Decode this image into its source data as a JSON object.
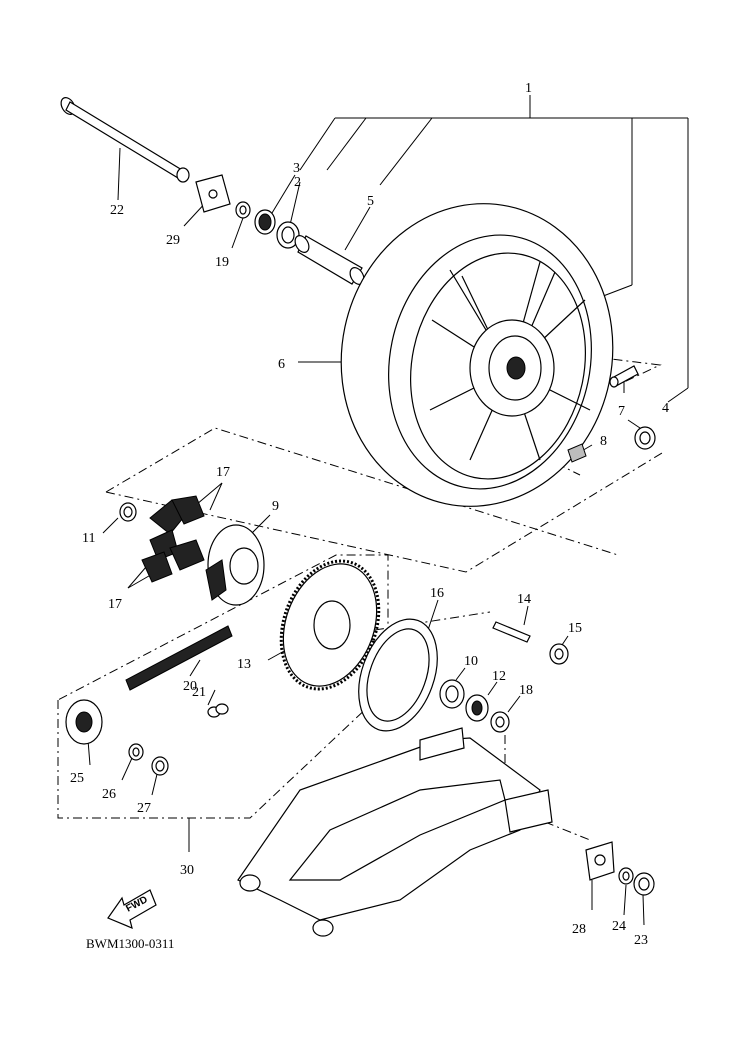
{
  "diagram": {
    "code": "BWM1300-0311",
    "fwd_label": "FWD",
    "callouts": {
      "c1": "1",
      "c2": "2",
      "c3": "3",
      "c4": "4",
      "c5": "5",
      "c6": "6",
      "c7": "7",
      "c8": "8",
      "c9": "9",
      "c10": "10",
      "c11": "11",
      "c12": "12",
      "c13": "13",
      "c14": "14",
      "c15": "15",
      "c16": "16",
      "c17a": "17",
      "c17b": "17",
      "c18": "18",
      "c19": "19",
      "c20": "20",
      "c21": "21",
      "c22": "22",
      "c23": "23",
      "c24": "24",
      "c25": "25",
      "c26": "26",
      "c27": "27",
      "c28": "28",
      "c29": "29",
      "c30": "30"
    }
  }
}
